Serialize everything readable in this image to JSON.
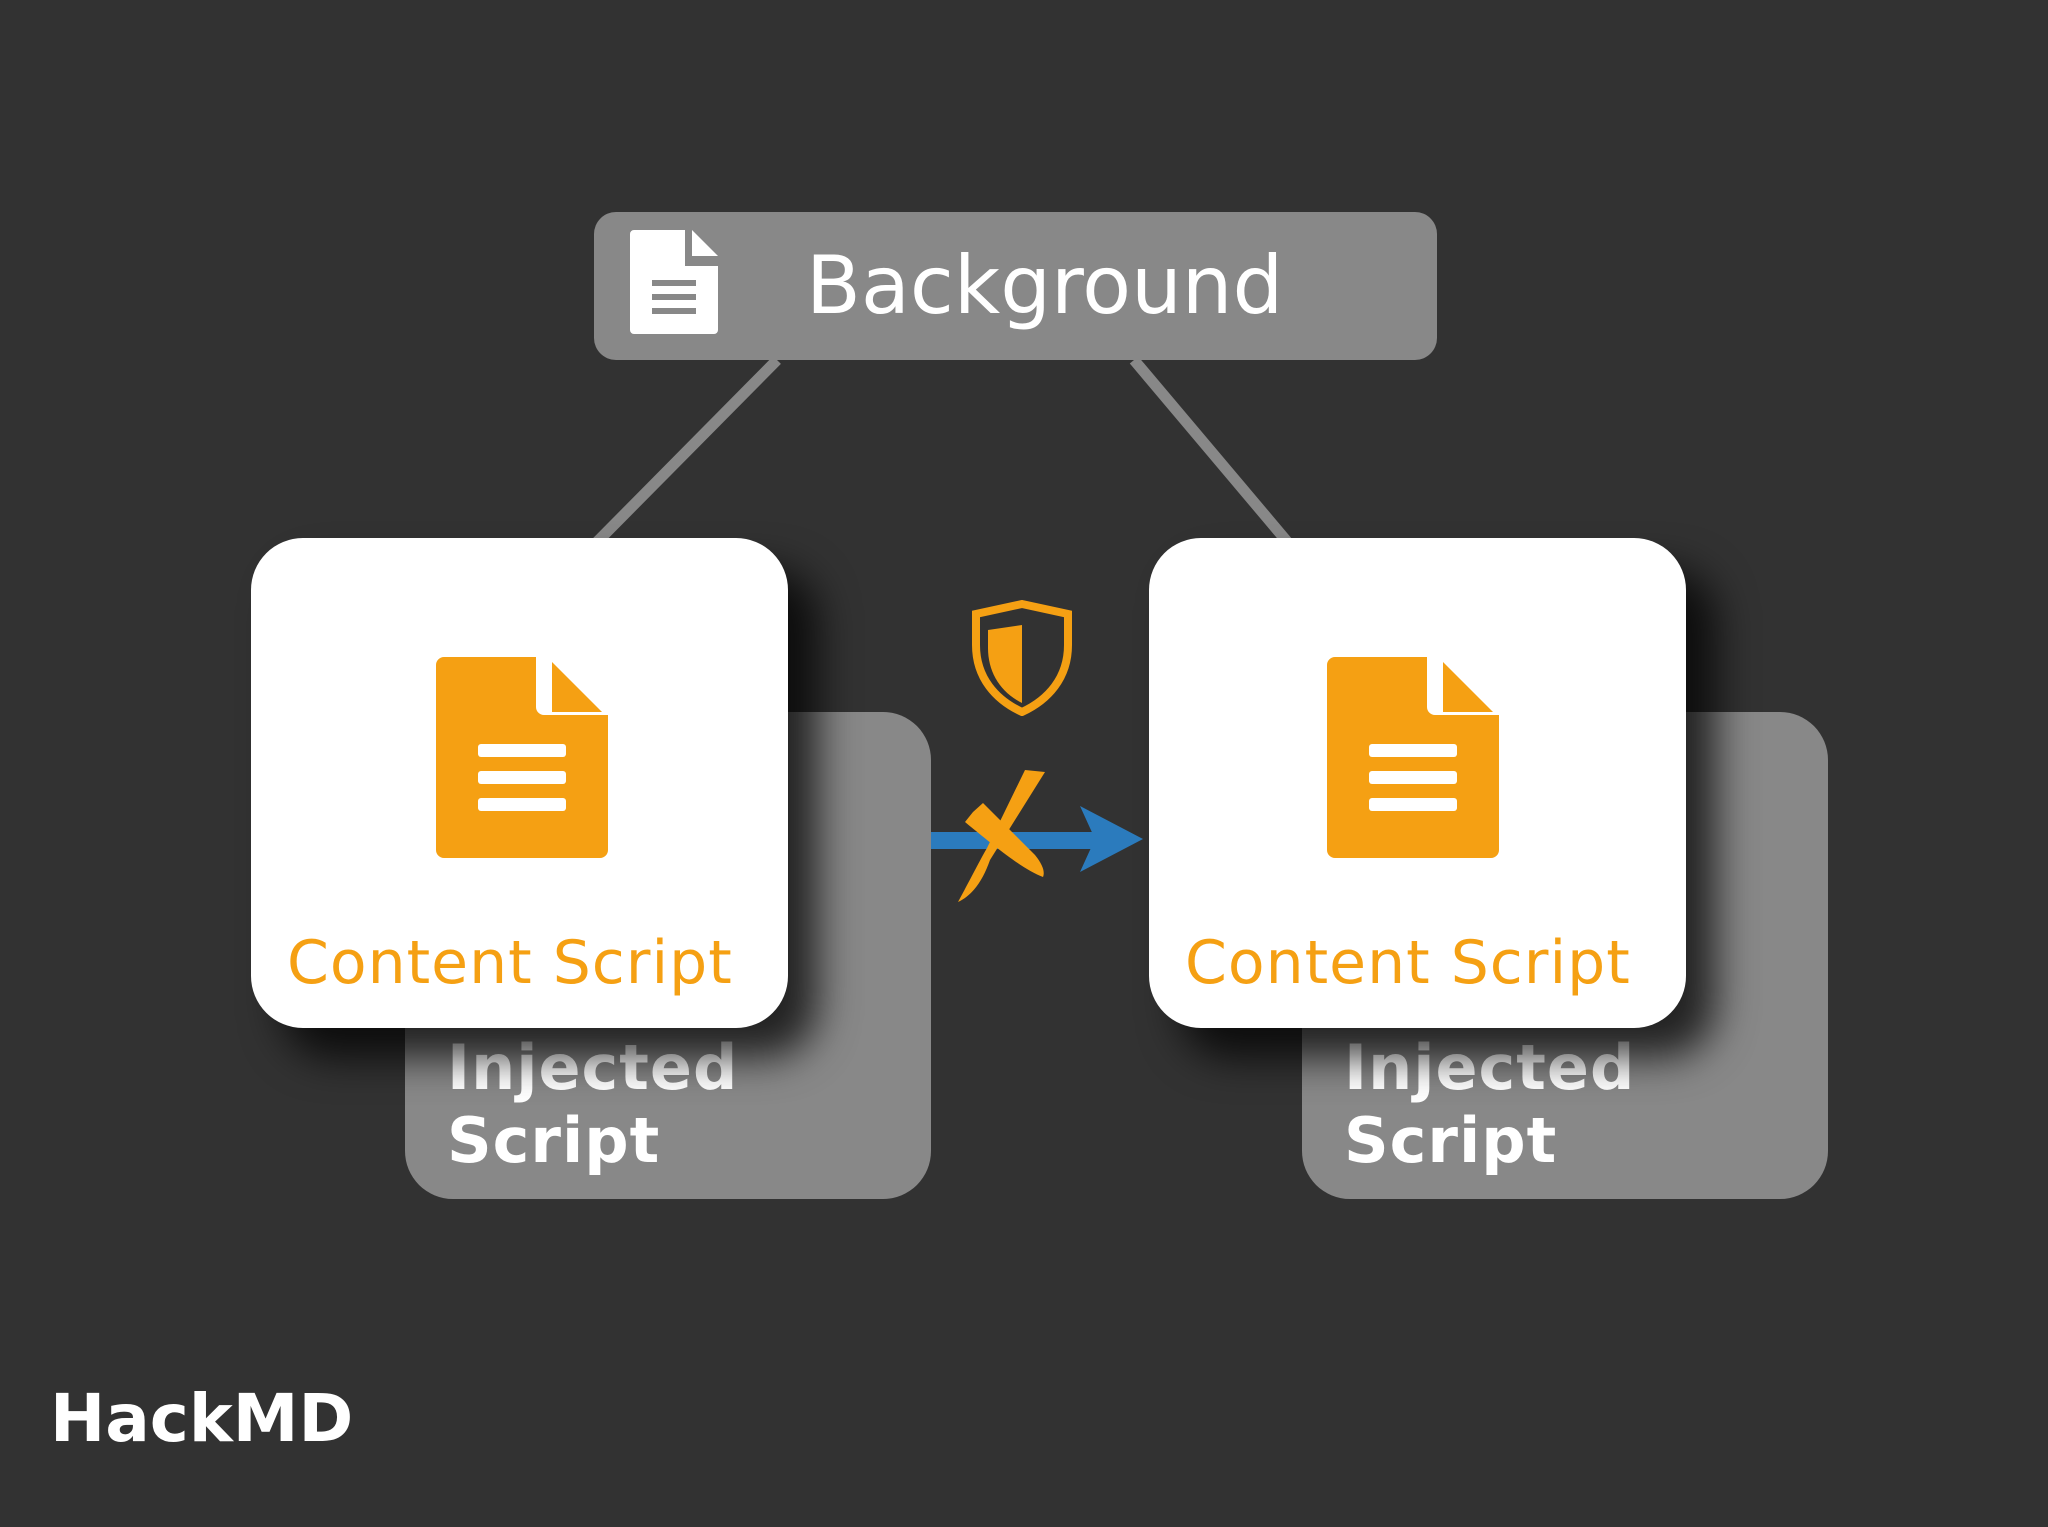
{
  "background": {
    "label": "Background",
    "icon": "document-icon"
  },
  "left": {
    "content_label": "Content Script",
    "injected_label": "Injected Script"
  },
  "right": {
    "content_label": "Content Script",
    "injected_label": "Injected Script"
  },
  "connection": {
    "icon_shield": "shield-icon",
    "icon_blocked": "cross-icon",
    "arrow": "arrow-right-icon"
  },
  "brand": "HackMD",
  "colors": {
    "orange": "#f5a013",
    "blue": "#2b7bbd",
    "gray": "#888888",
    "bg": "#323232"
  }
}
